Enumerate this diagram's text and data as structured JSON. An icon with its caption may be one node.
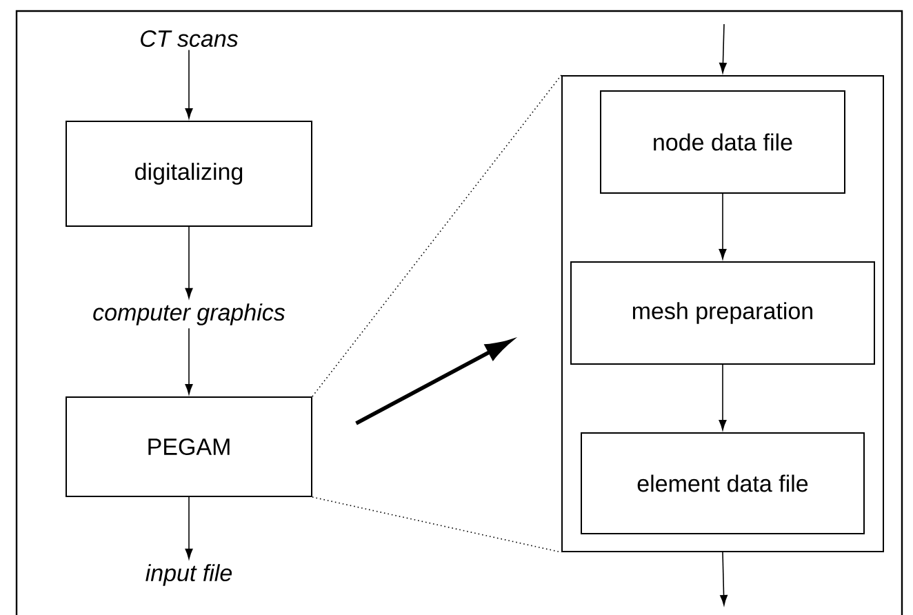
{
  "diagram": {
    "nodes": [
      {
        "text": [
          "CT scans"
        ]
      },
      {
        "text": [
          "digitalizing"
        ]
      },
      {
        "text": [
          "computer graphics"
        ]
      },
      {
        "text": [
          "PEGAM"
        ]
      },
      {
        "text": [
          "input file"
        ]
      },
      {
        "text": [],
        "shape": "box"
      },
      {
        "text": [
          "node data file"
        ],
        "in": 5
      },
      {
        "text": [
          "mesh preparation"
        ],
        "in": 5
      },
      {
        "text": [
          "element data file"
        ],
        "in": 5
      }
    ],
    "edges": [
      {
        "from": 0,
        "to": 1,
        "arrow": "to"
      },
      {
        "from": 1,
        "to": 2,
        "arrow": "to"
      },
      {
        "from": 2,
        "to": 3,
        "arrow": "to"
      },
      {
        "from": 3,
        "to": 4,
        "arrow": "to"
      },
      {
        "from": null,
        "to": 5,
        "arrow": "to"
      },
      {
        "from": 6,
        "to": 7,
        "arrow": "to"
      },
      {
        "from": 7,
        "to": 8,
        "arrow": "to"
      },
      {
        "from": 5,
        "to": null,
        "arrow": "to"
      },
      {
        "from": 3,
        "to": 5,
        "arrow": "to",
        "style": "thick"
      },
      {
        "from": 3,
        "to": 5,
        "arrow": "none",
        "style": "dashed"
      },
      {
        "from": 3,
        "to": 5,
        "arrow": "none",
        "style": "dashed"
      }
    ]
  }
}
